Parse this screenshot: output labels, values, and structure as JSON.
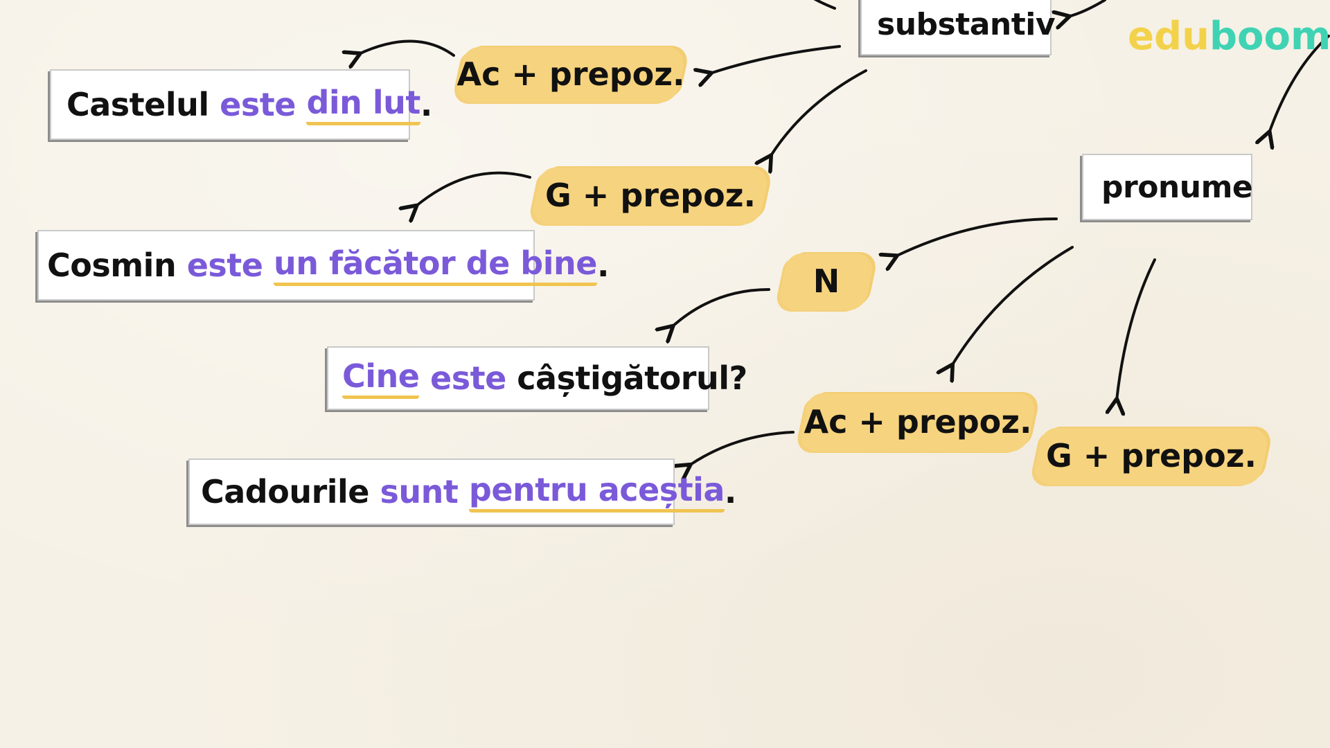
{
  "logo": {
    "part1": "edu",
    "part2": "boom",
    "color1": "#f3d24b",
    "color2": "#3fd3b4"
  },
  "nodes": {
    "substantiv": "substantiv",
    "pronume": "pronume"
  },
  "labels": {
    "ac_prepoz_1": "Ac + prepoz.",
    "g_prepoz_1": "G + prepoz.",
    "n": "N",
    "ac_prepoz_2": "Ac + prepoz.",
    "g_prepoz_2": "G + prepoz."
  },
  "examples": {
    "ex1": {
      "w1": "Castelul",
      "w2": "este",
      "w3": "din lut",
      "end": "."
    },
    "ex2": {
      "w1": "Cosmin",
      "w2": "este",
      "w3": "un făcător de bine",
      "end": "."
    },
    "ex3": {
      "w1": "Cine",
      "w2": "este",
      "w3": "câștigătorul?"
    },
    "ex4": {
      "w1": "Cadourile",
      "w2": "sunt",
      "w3": "pentru aceștia",
      "end": "."
    }
  },
  "colors": {
    "highlight": "#f6d37e",
    "predicate": "#7a5ad9",
    "underline": "#f0c450"
  }
}
